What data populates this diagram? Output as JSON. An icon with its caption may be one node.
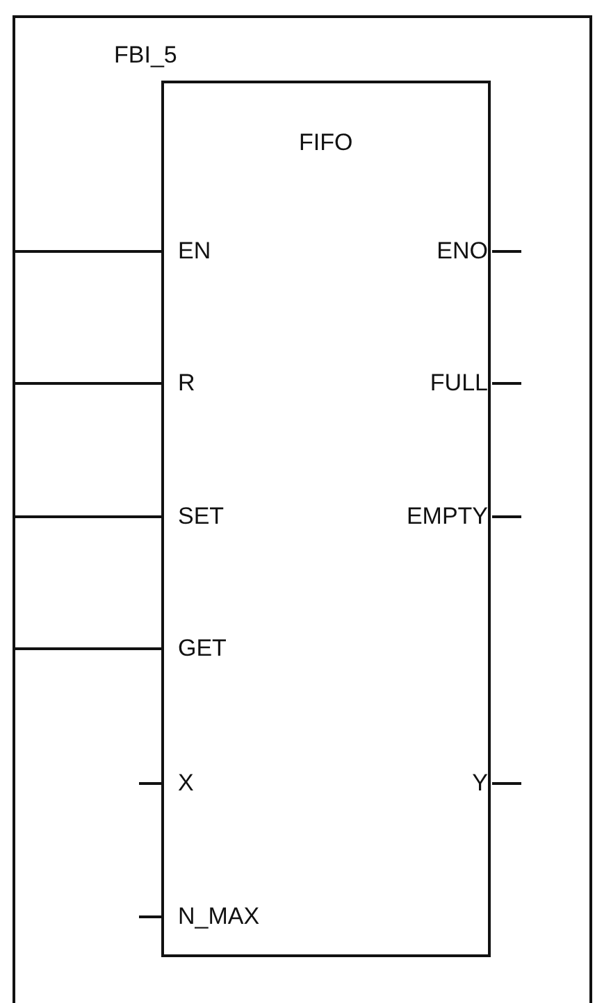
{
  "diagram": {
    "nodes": [
      {
        "text": [],
        "shape": "bar"
      },
      {
        "text": [
          "FBI_5",
          "FIFO"
        ]
      },
      {
        "text": [
          "EN"
        ],
        "in": 1
      },
      {
        "text": [
          "ENO"
        ],
        "in": 1
      },
      {
        "text": [
          "R"
        ],
        "in": 1
      },
      {
        "text": [
          "FULL"
        ],
        "in": 1
      },
      {
        "text": [
          "SET"
        ],
        "in": 1
      },
      {
        "text": [
          "EMPTY"
        ],
        "in": 1
      },
      {
        "text": [
          "GET"
        ],
        "in": 1
      },
      {
        "text": [
          "X"
        ],
        "in": 1
      },
      {
        "text": [
          "Y"
        ],
        "in": 1
      },
      {
        "text": [
          "N_MAX"
        ],
        "in": 1
      }
    ],
    "edges": [
      {
        "from": 0,
        "to": 2,
        "arrow": "none"
      },
      {
        "from": 3,
        "to": null,
        "arrow": "none"
      },
      {
        "from": 0,
        "to": 4,
        "arrow": "none"
      },
      {
        "from": 5,
        "to": null,
        "arrow": "none"
      },
      {
        "from": 0,
        "to": 6,
        "arrow": "none"
      },
      {
        "from": 7,
        "to": null,
        "arrow": "none"
      },
      {
        "from": 0,
        "to": 8,
        "arrow": "none"
      },
      {
        "from": null,
        "to": 9,
        "arrow": "none"
      },
      {
        "from": 10,
        "to": null,
        "arrow": "none"
      },
      {
        "from": null,
        "to": 11,
        "arrow": "none"
      }
    ]
  }
}
